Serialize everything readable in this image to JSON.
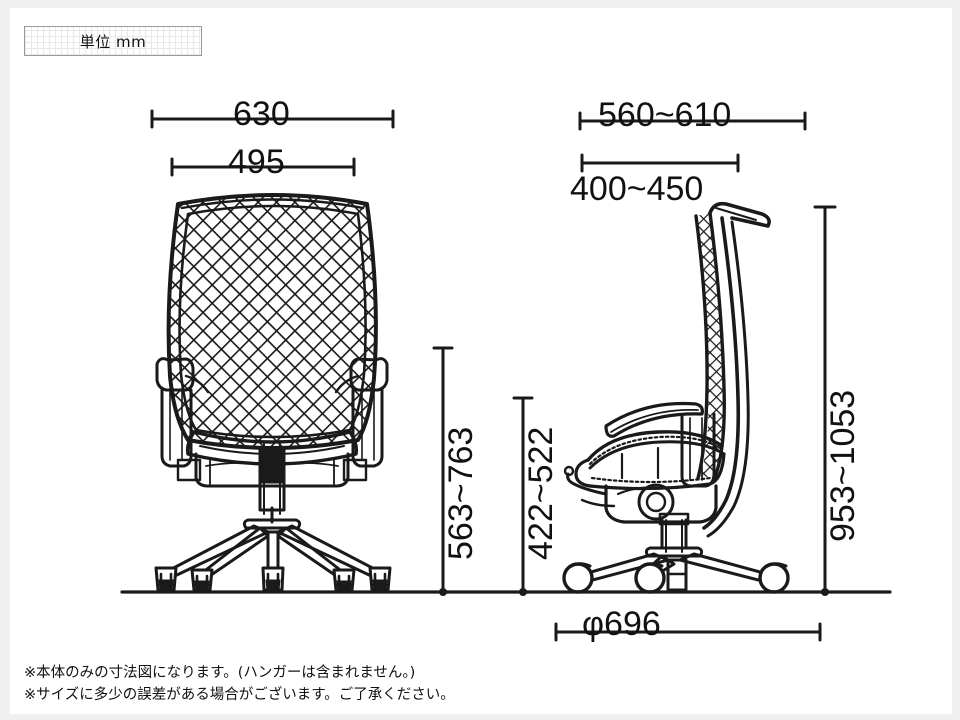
{
  "document": {
    "type": "dimension-drawing",
    "subject": "office-chair",
    "unit_label": "単位 mm"
  },
  "dimensions": {
    "front_overall_width": "630",
    "front_seat_width": "495",
    "side_overall_depth": "560~610",
    "side_seat_depth": "400~450",
    "front_back_height": "563~763",
    "front_seat_height": "422~522",
    "side_total_height": "953~1053",
    "base_diameter": "φ696"
  },
  "notes": [
    "※本体のみの寸法図になります。(ハンガーは含まれません。)",
    "※サイズに多少の誤差がある場合がございます。ご了承ください。"
  ],
  "colors": {
    "page_background": "#ffffff",
    "outer_background": "#f0f0f0",
    "line": "#1a1a1a",
    "unitbox_border": "#9a9a9a",
    "unitbox_grid": "#e8e8e8"
  }
}
